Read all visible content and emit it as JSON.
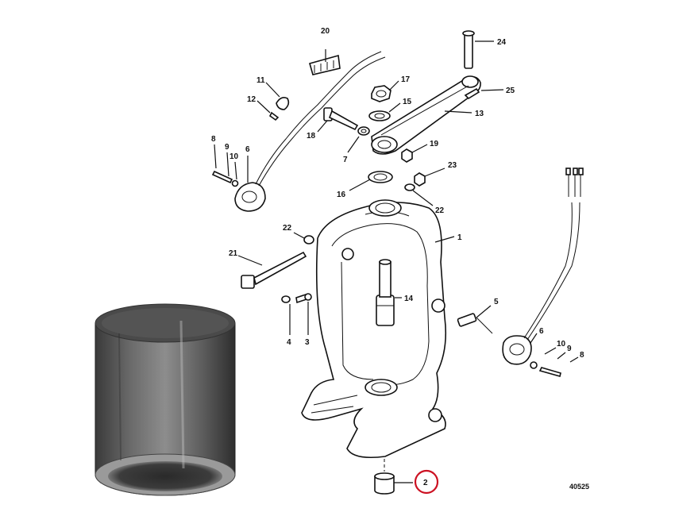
{
  "diagram": {
    "drawing_number": "40525",
    "highlight_color": "#cc1122",
    "highlighted_callout": "2",
    "callouts": {
      "c1": "1",
      "c2": "2",
      "c3": "3",
      "c4": "4",
      "c5": "5",
      "c6a": "6",
      "c6b": "6",
      "c7": "7",
      "c8a": "8",
      "c8b": "8",
      "c9a": "9",
      "c9b": "9",
      "c10a": "10",
      "c10b": "10",
      "c11": "11",
      "c12": "12",
      "c13": "13",
      "c14": "14",
      "c15": "15",
      "c16": "16",
      "c17": "17",
      "c18": "18",
      "c19": "19",
      "c20": "20",
      "c21": "21",
      "c22a": "22",
      "c22b": "22",
      "c23": "23",
      "c24": "24",
      "c25": "25"
    }
  },
  "photo": {
    "icon": "bushing-photo-icon"
  }
}
